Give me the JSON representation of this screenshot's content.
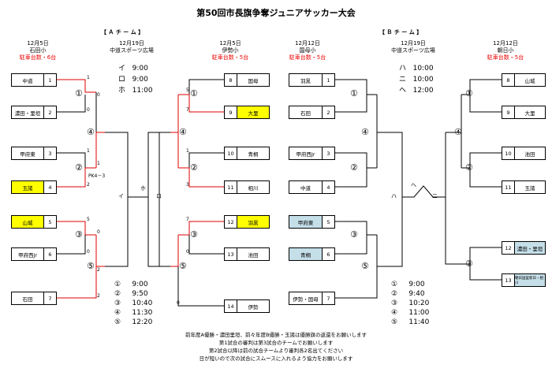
{
  "title": "第50回市長旗争奪ジュニアサッカー大会",
  "team_a_label": "【 Ａ チ ー ム 】",
  "team_b_label": "【 Ｂ チ ー ム 】",
  "columns": {
    "a_left": {
      "date": "12月5日",
      "venue": "石田小",
      "parking": "駐車台数・6台"
    },
    "a_mid": {
      "date": "12月19日",
      "venue": "中道スポーツ広場"
    },
    "a_right": {
      "date": "12月5日",
      "venue": "伊勢小",
      "parking": "駐車台数・5台"
    },
    "b_left": {
      "date": "12月12日",
      "venue": "国母小",
      "parking": "駐車台数・5台"
    },
    "b_mid": {
      "date": "12月19日",
      "venue": "中道スポーツ広場"
    },
    "b_right": {
      "date": "12月12日",
      "venue": "朝日小",
      "parking": "駐車台数・5台"
    }
  },
  "a_mid_schedule": [
    {
      "k": "イ",
      "t": "9:00"
    },
    {
      "k": "ロ",
      "t": "9:00"
    },
    {
      "k": "ホ",
      "t": "11:00"
    }
  ],
  "b_mid_schedule": [
    {
      "k": "ハ",
      "t": "10:00"
    },
    {
      "k": "ニ",
      "t": "10:00"
    },
    {
      "k": "ヘ",
      "t": "12:00"
    }
  ],
  "teams": {
    "a1": {
      "name": "中道",
      "no": "1"
    },
    "a2": {
      "name": "濃田・里垣",
      "no": "2"
    },
    "a3": {
      "name": "甲府東",
      "no": "3"
    },
    "a4": {
      "name": "玉諸",
      "no": "4"
    },
    "a5": {
      "name": "山城",
      "no": "5"
    },
    "a6": {
      "name": "甲府西Jr",
      "no": "6"
    },
    "a7": {
      "name": "石田",
      "no": "7"
    },
    "a8": {
      "name": "国母",
      "no": "8"
    },
    "a9": {
      "name": "大里",
      "no": "9"
    },
    "a10": {
      "name": "青桐",
      "no": "10"
    },
    "a11": {
      "name": "相川",
      "no": "11"
    },
    "a12": {
      "name": "羽黒",
      "no": "12"
    },
    "a13": {
      "name": "池田",
      "no": "13"
    },
    "a14": {
      "name": "伊勢",
      "no": "14"
    },
    "b1": {
      "name": "羽黒",
      "no": "1"
    },
    "b2": {
      "name": "石田",
      "no": "2"
    },
    "b3": {
      "name": "甲府西Jr",
      "no": "3"
    },
    "b4": {
      "name": "中道",
      "no": "4"
    },
    "b5": {
      "name": "甲府東",
      "no": "5"
    },
    "b6": {
      "name": "青桐",
      "no": "6"
    },
    "b7": {
      "name": "伊勢・国母",
      "no": "7"
    },
    "b8": {
      "name": "山城",
      "no": "8"
    },
    "b9": {
      "name": "大里",
      "no": "9"
    },
    "b10": {
      "name": "池田",
      "no": "10"
    },
    "b11": {
      "name": "玉諸",
      "no": "11"
    },
    "b12": {
      "name": "濃田・里垣",
      "no": "12"
    },
    "b13": {
      "name": "朝日国里新日・相川",
      "no": "13"
    }
  },
  "scores": {
    "m1a": "1",
    "m1b": "0",
    "m2a": "1",
    "m2b": "2",
    "m2pk": "PK4－3",
    "m3a": "5",
    "m3b": "0",
    "m4a": "0",
    "m4b": "2",
    "m5a": "2",
    "m6a": "5",
    "m6b": "7",
    "m7a": "1",
    "m7b": "3",
    "m8a": "7",
    "m8b": "0",
    "m9a": "0"
  },
  "circles": {
    "c1": "①",
    "c2": "②",
    "c3": "③",
    "c4": "④",
    "c5": "⑤"
  },
  "bracket_kana": {
    "i": "イ",
    "ro": "ロ",
    "ho": "ホ",
    "ha": "ハ",
    "ni": "ニ",
    "he": "ヘ"
  },
  "a_schedule": [
    {
      "n": "①",
      "t": "9:00"
    },
    {
      "n": "②",
      "t": "9:50"
    },
    {
      "n": "③",
      "t": "10:40"
    },
    {
      "n": "④",
      "t": "11:30"
    },
    {
      "n": "⑤",
      "t": "12:20"
    }
  ],
  "b_schedule": [
    {
      "n": "①",
      "t": "9:00"
    },
    {
      "n": "②",
      "t": "9:40"
    },
    {
      "n": "③",
      "t": "10:20"
    },
    {
      "n": "④",
      "t": "11:00"
    },
    {
      "n": "⑤",
      "t": "11:40"
    }
  ],
  "notes": [
    "前年度A優勝・濃田里垣、前々年度B優勝・玉諸は優勝旗の返還をお願いします",
    "第1試合の審判は第3試合のチームでお願いします",
    "第2試合以降は前の試合チームより審判各2名出てください",
    "日が短いので次の試合にスムースに入れるよう協力をお願いします"
  ],
  "colors": {
    "win": "#e00000",
    "line": "#000000",
    "yellow": "#ffff00",
    "blue": "#c5dfe9"
  }
}
